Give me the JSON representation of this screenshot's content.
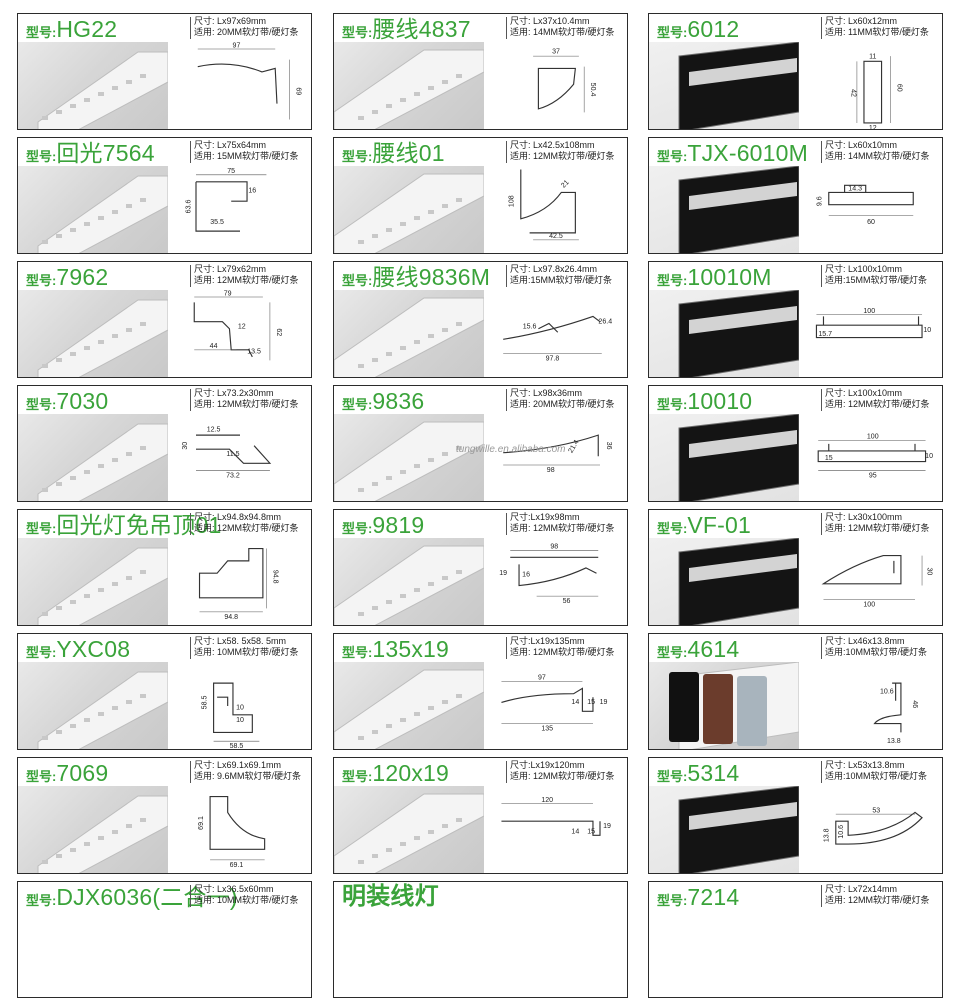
{
  "products": [
    {
      "prefix": "型号:",
      "code": "HG22",
      "size": "尺寸: Lx97x69mm",
      "usage": "适用: 20MM软灯带/硬灯条",
      "dims": [
        "97",
        "69"
      ],
      "finish": "white"
    },
    {
      "prefix": "型号:",
      "code": "腰线4837",
      "size": "尺寸: Lx37x10.4mm",
      "usage": "适用: 14MM软灯带/硬灯条",
      "dims": [
        "37",
        "50.4"
      ],
      "finish": "white"
    },
    {
      "prefix": "型号:",
      "code": "6012",
      "size": "尺寸: Lx60x12mm",
      "usage": "适用: 11MM软灯带/硬灯条",
      "dims": [
        "11",
        "42",
        "60",
        "12"
      ],
      "finish": "black"
    },
    {
      "prefix": "型号:",
      "code": "回光7564",
      "size": "尺寸: Lx75x64mm",
      "usage": "适用: 15MM软灯带/硬灯条",
      "dims": [
        "75",
        "16",
        "63.6",
        "35.5"
      ],
      "finish": "white"
    },
    {
      "prefix": "型号:",
      "code": "腰线01",
      "size": "尺寸: Lx42.5x108mm",
      "usage": "适用: 12MM软灯带/硬灯条",
      "dims": [
        "108",
        "21",
        "42.5"
      ],
      "finish": "white"
    },
    {
      "prefix": "型号:",
      "code": "TJX-6010M",
      "size": "尺寸: Lx60x10mm",
      "usage": "适用: 14MM软灯带/硬灯条",
      "dims": [
        "9.6",
        "14.3",
        "60"
      ],
      "finish": "black"
    },
    {
      "prefix": "型号:",
      "code": "7962",
      "size": "尺寸: Lx79x62mm",
      "usage": "适用: 12MM软灯带/硬灯条",
      "dims": [
        "79",
        "12",
        "62",
        "44",
        "13.5"
      ],
      "finish": "white"
    },
    {
      "prefix": "型号:",
      "code": "腰线9836M",
      "size": "尺寸: Lx97.8x26.4mm",
      "usage": "适用:15MM软灯带/硬灯条",
      "dims": [
        "15.6",
        "26.4",
        "97.8"
      ],
      "finish": "white"
    },
    {
      "prefix": "型号:",
      "code": "10010M",
      "size": "尺寸: Lx100x10mm",
      "usage": "适用:15MM软灯带/硬灯条",
      "dims": [
        "100",
        "15.7",
        "10"
      ],
      "finish": "black"
    },
    {
      "prefix": "型号:",
      "code": "7030",
      "size": "尺寸: Lx73.2x30mm",
      "usage": "适用: 12MM软灯带/硬灯条",
      "dims": [
        "12.5",
        "30",
        "11.5",
        "73.2"
      ],
      "finish": "white"
    },
    {
      "prefix": "型号:",
      "code": "9836",
      "size": "尺寸: Lx98x36mm",
      "usage": "适用: 20MM软灯带/硬灯条",
      "dims": [
        "21.4",
        "36",
        "98"
      ],
      "finish": "white"
    },
    {
      "prefix": "型号:",
      "code": "10010",
      "size": "尺寸: Lx100x10mm",
      "usage": "适用: 12MM软灯带/硬灯条",
      "dims": [
        "100",
        "15",
        "10",
        "95"
      ],
      "finish": "black"
    },
    {
      "prefix": "型号:",
      "code": "回光灯免吊顶01",
      "size": "尺寸: Lx94.8x94.8mm",
      "usage": "适用: 12MM软灯带/硬灯条",
      "dims": [
        "94.8",
        "94.8"
      ],
      "finish": "white"
    },
    {
      "prefix": "型号:",
      "code": "9819",
      "size": "尺寸:Lx19x98mm",
      "usage": "适用: 12MM软灯带/硬灯条",
      "dims": [
        "98",
        "19",
        "16",
        "56"
      ],
      "finish": "white"
    },
    {
      "prefix": "型号:",
      "code": "VF-01",
      "size": "尺寸: Lx30x100mm",
      "usage": "适用: 12MM软灯带/硬灯条",
      "dims": [
        "30",
        "100"
      ],
      "finish": "black"
    },
    {
      "prefix": "型号:",
      "code": "YXC08",
      "size": "尺寸: Lx58. 5x58. 5mm",
      "usage": "适用: 10MM软灯带/硬灯条",
      "dims": [
        "58.5",
        "10",
        "10",
        "58.5"
      ],
      "finish": "white"
    },
    {
      "prefix": "型号:",
      "code": "135x19",
      "size": "尺寸:Lx19x135mm",
      "usage": "适用: 12MM软灯带/硬灯条",
      "dims": [
        "97",
        "14",
        "15",
        "19",
        "135"
      ],
      "finish": "white"
    },
    {
      "prefix": "型号:",
      "code": "4614",
      "size": "尺寸: Lx46x13.8mm",
      "usage": "适用:10MM软灯带/硬灯条",
      "dims": [
        "10.6",
        "46",
        "13.8"
      ],
      "finish": "mixed"
    },
    {
      "prefix": "型号:",
      "code": "7069",
      "size": "尺寸: Lx69.1x69.1mm",
      "usage": "适用: 9.6MM软灯带/硬灯条",
      "dims": [
        "69.1",
        "69.1"
      ],
      "finish": "white"
    },
    {
      "prefix": "型号:",
      "code": "120x19",
      "size": "尺寸:Lx19x120mm",
      "usage": "适用: 12MM软灯带/硬灯条",
      "dims": [
        "120",
        "14",
        "15",
        "19"
      ],
      "finish": "white"
    },
    {
      "prefix": "型号:",
      "code": "5314",
      "size": "尺寸: Lx53x13.8mm",
      "usage": "适用:10MM软灯带/硬灯条",
      "dims": [
        "53",
        "13.8",
        "10.6"
      ],
      "finish": "black"
    },
    {
      "prefix": "型号:",
      "code": "DJX6036(二合一)",
      "size": "尺寸: Lx36.5x60mm",
      "usage": "适用: 10MM软灯带/硬灯条",
      "dims": [],
      "finish": "white"
    },
    {
      "prefix": "",
      "code": "明装线灯",
      "size": "",
      "usage": "",
      "dims": [],
      "finish": "white"
    },
    {
      "prefix": "型号:",
      "code": "7214",
      "size": "尺寸: Lx72x14mm",
      "usage": "适用: 12MM软灯带/硬灯条",
      "dims": [],
      "finish": "black"
    }
  ],
  "watermark": "tungwille.en.alibaba.com",
  "colors": {
    "model_green": "#3aa33a",
    "border": "#2b2b2b",
    "black_profile": "#1a1a1a"
  }
}
